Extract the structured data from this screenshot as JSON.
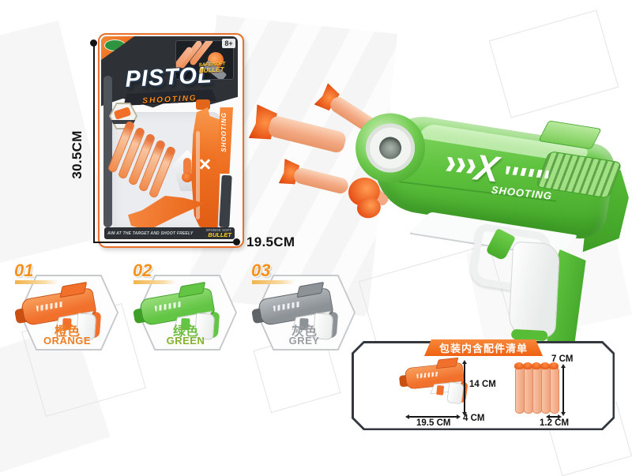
{
  "page": {
    "background": "#ffffff"
  },
  "packaging": {
    "age_badge": "8+",
    "logo": {
      "title": "PISTOL",
      "ribbon_line1": "SAFE/SOFT",
      "ribbon_line2": "BULLET",
      "subtitle": "SHOOTING"
    },
    "side_text": "SHOOTING",
    "footer": {
      "slogan": "AIM AT THE TARGET AND SHOOT FREELY",
      "tag_line1": "SPONGE SOFT",
      "tag_line2": "BULLET"
    },
    "measure": {
      "height": "30.5CM",
      "width": "19.5CM"
    }
  },
  "hero_gun": {
    "logo_x": "X",
    "logo_text": "SHOOTING",
    "colors": {
      "body_green": "#5ec23e",
      "accent_light": "#a9e18c",
      "accent_dark": "#3f9e27",
      "dart_foam": "#f5b99d",
      "dart_tip": "#e8501e"
    }
  },
  "variants": {
    "items": [
      {
        "number": "01",
        "name_cn": "橙色",
        "name_en": "ORANGE",
        "color": "#f1702b"
      },
      {
        "number": "02",
        "name_cn": "绿色",
        "name_en": "GREEN",
        "color": "#62c544"
      },
      {
        "number": "03",
        "name_cn": "灰色",
        "name_en": "GREY",
        "color": "#8d9297"
      }
    ]
  },
  "contents_box": {
    "title": "包装内含配件清单",
    "banner_color": "#f3701f",
    "gun": {
      "length": "19.5 CM",
      "depth": "4 CM",
      "height": "14 CM"
    },
    "dart": {
      "length": "7 CM",
      "diameter": "1.2 CM"
    }
  }
}
